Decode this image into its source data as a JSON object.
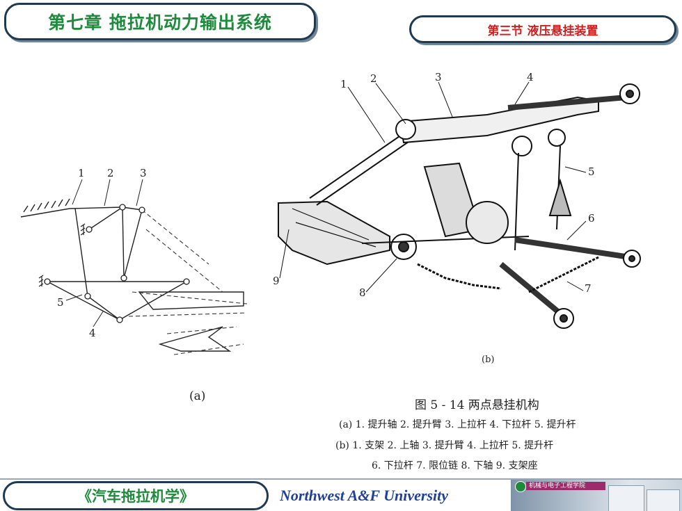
{
  "header": {
    "chapter_title": "第七章 拖拉机动力输出系统",
    "section_title": "第三节  液压悬挂装置"
  },
  "figure_a": {
    "label": "(a)",
    "callouts": [
      "1",
      "2",
      "3",
      "5",
      "4"
    ]
  },
  "figure_b": {
    "label": "(b)",
    "callouts": [
      "1",
      "2",
      "3",
      "4",
      "5",
      "6",
      "7",
      "8",
      "9"
    ]
  },
  "caption": {
    "title": "图 5 - 14    两点悬挂机构",
    "line_a": "(a) 1. 提升轴   2. 提升臂   3. 上拉杆   4. 下拉杆   5. 提升杆",
    "line_b": "(b) 1. 支架   2. 上轴   3. 提升臂   4. 上拉杆   5. 提升杆",
    "line_c": "6. 下拉杆   7. 限位链   8. 下轴   9. 支架座"
  },
  "footer": {
    "book_title": "《汽车拖拉机学》",
    "university": "Northwest  A&F  University",
    "logo_text": "机械与电子工程学院"
  },
  "colors": {
    "frame": "#1d3a52",
    "chapter_text": "#1e8a3c",
    "section_text": "#d01f1f",
    "university_text": "#1f3f9a"
  }
}
